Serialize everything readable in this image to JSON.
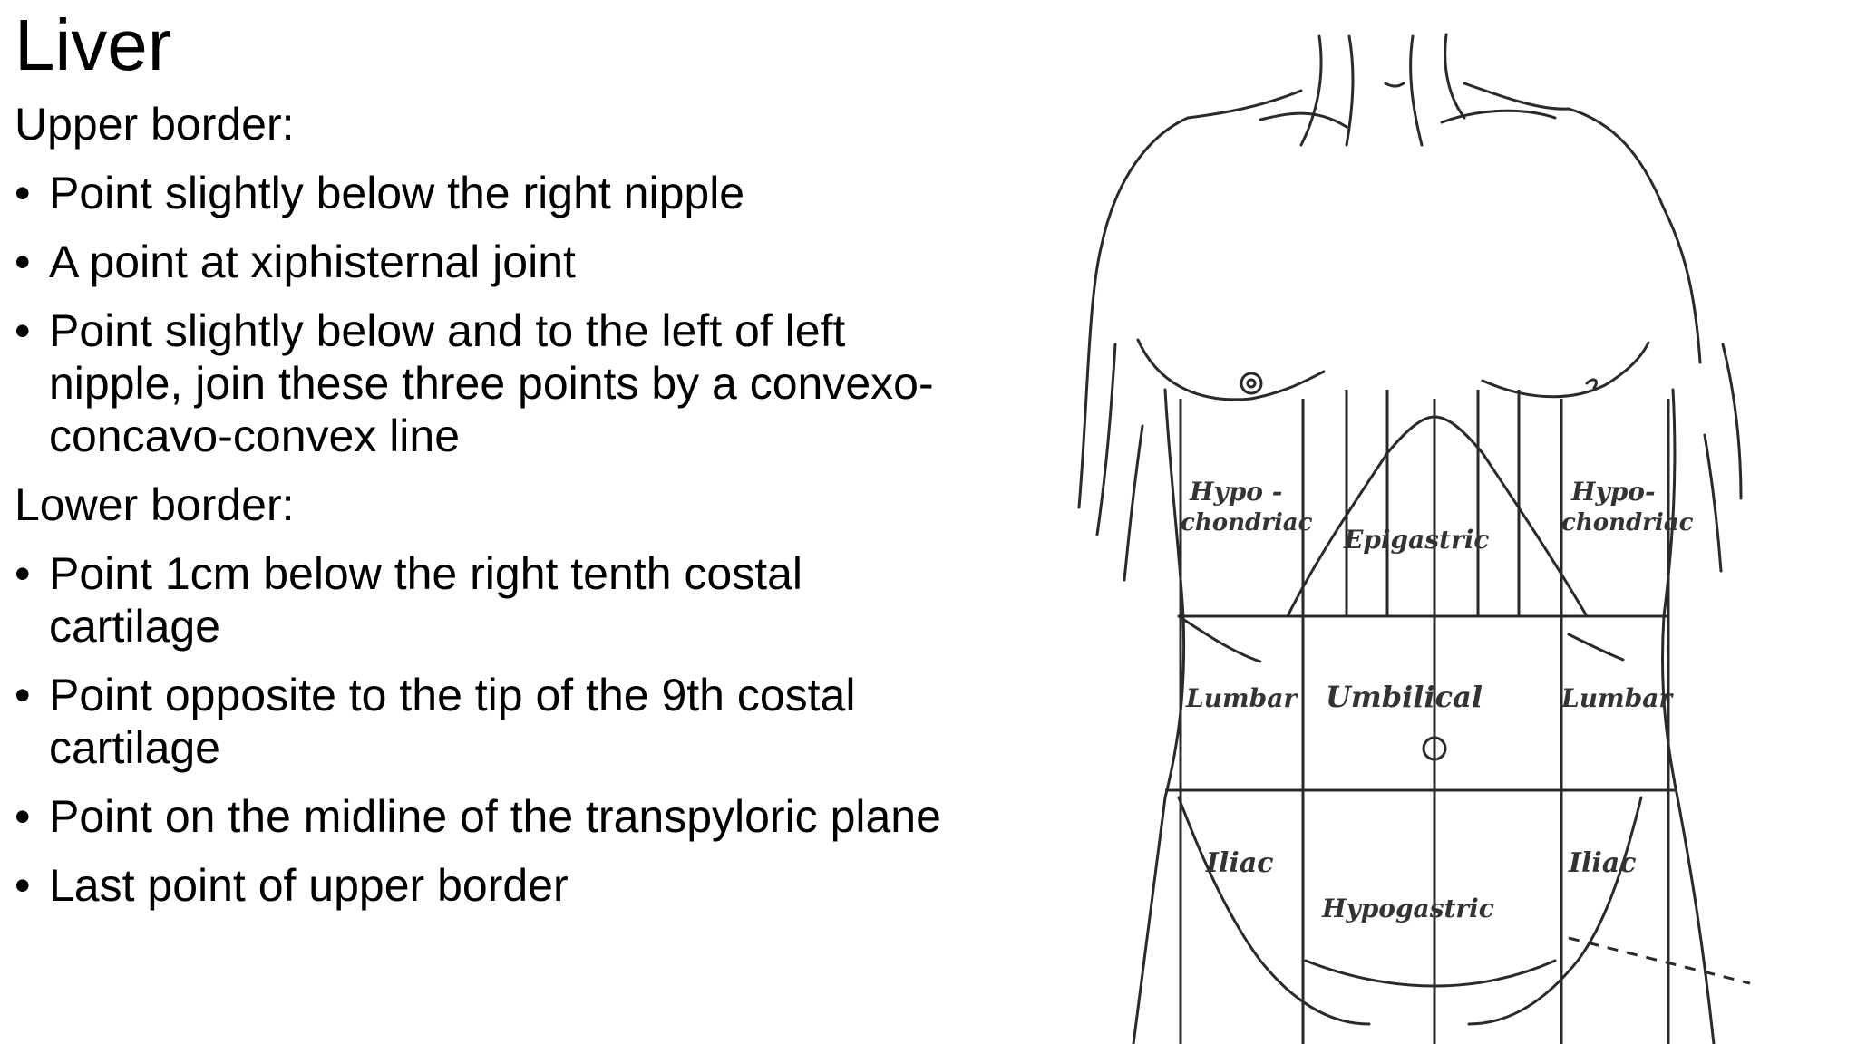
{
  "slide": {
    "title": "Liver",
    "upper_border": {
      "label": "Upper border:",
      "bullets": [
        "Point slightly below the right nipple",
        "A point at xiphisternal joint",
        "Point slightly below and to the left of left nipple, join these three points by a convexo-concavo-convex line"
      ]
    },
    "lower_border": {
      "label": "Lower border:",
      "bullets": [
        "Point 1cm below the right tenth costal cartilage",
        "Point opposite to the tip of the 9th costal cartilage",
        "Point on the midline of the transpyloric plane",
        "Last point of upper border"
      ]
    },
    "bullet_glyph": "•"
  },
  "figure": {
    "regions": {
      "hypo_right_line1": "Hypo -",
      "hypo_right_line2": "chondriac",
      "epigastric": "Epigastric",
      "hypo_left_line1": "Hypo-",
      "hypo_left_line2": "chondriac",
      "lumbar_right": "Lumbar",
      "umbilical": "Umbilical",
      "lumbar_left": "Lumbar",
      "iliac_right": "Iliac",
      "hypogastric": "Hypogastric",
      "iliac_left": "Iliac"
    },
    "line_color": "#2a2a2a"
  }
}
